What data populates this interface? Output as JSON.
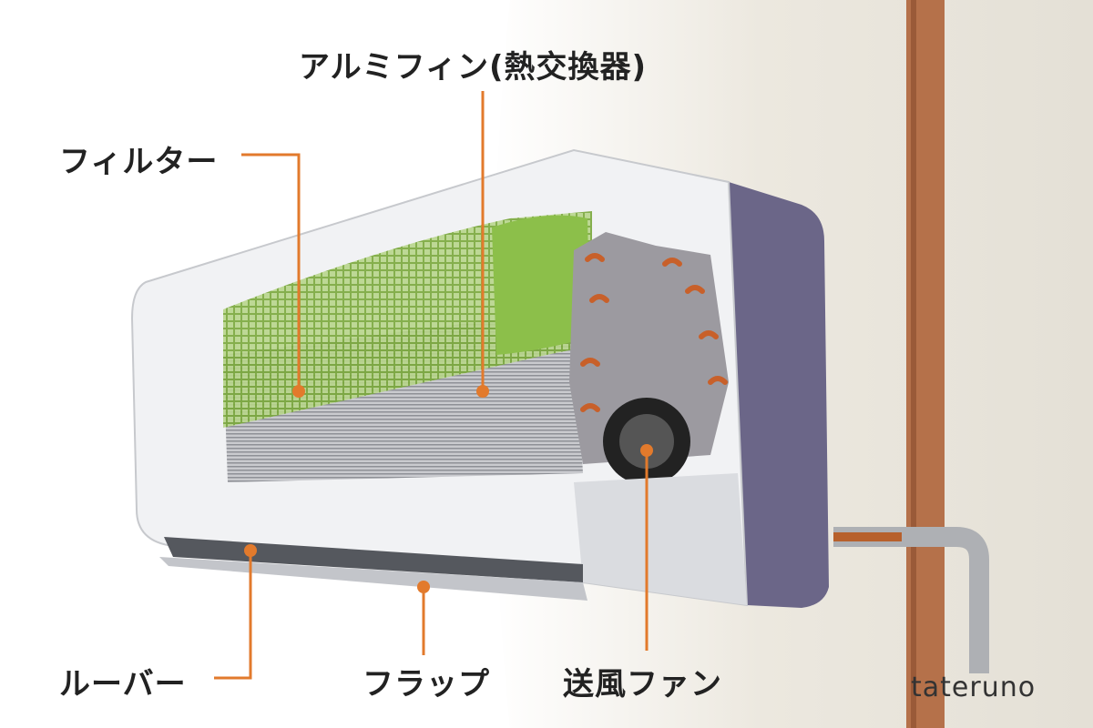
{
  "labels": {
    "aluminum_fin": "アルミフィン(熱交換器)",
    "filter": "フィルター",
    "louver": "ルーバー",
    "flap": "フラップ",
    "fan": "送風ファン"
  },
  "logo": "tateruno",
  "colors": {
    "leader": "#e27a2c",
    "filter_green": "#8cbf4a",
    "casing": "#6b6688",
    "wall": "#e9e5dc",
    "post": "#b5714a",
    "copper": "#c8602a"
  }
}
